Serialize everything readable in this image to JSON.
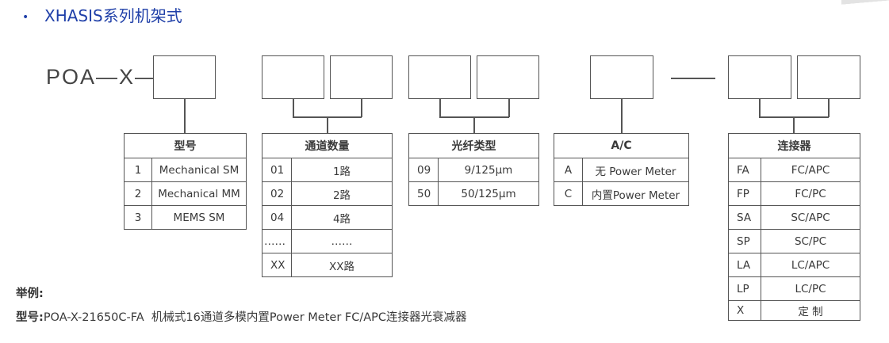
{
  "header": {
    "bullet": "•",
    "title": "XHASIS系列机架式"
  },
  "model_code": {
    "prefix": "POA—X—",
    "separator": "—"
  },
  "tables": {
    "model": {
      "title": "型号",
      "rows": [
        {
          "code": "1",
          "value": "Mechanical SM"
        },
        {
          "code": "2",
          "value": "Mechanical MM"
        },
        {
          "code": "3",
          "value": "MEMS SM"
        }
      ]
    },
    "channels": {
      "title": "通道数量",
      "rows": [
        {
          "code": "01",
          "value": "1路"
        },
        {
          "code": "02",
          "value": "2路"
        },
        {
          "code": "04",
          "value": "4路"
        },
        {
          "code": "……",
          "value": "……"
        },
        {
          "code": "XX",
          "value": "XX路"
        }
      ]
    },
    "fiber": {
      "title": "光纤类型",
      "rows": [
        {
          "code": "09",
          "value": "9/125μm"
        },
        {
          "code": "50",
          "value": "50/125μm"
        }
      ]
    },
    "ac": {
      "title": "A/C",
      "rows": [
        {
          "code": "A",
          "value": "无 Power Meter"
        },
        {
          "code": "C",
          "value": "内置Power Meter"
        }
      ]
    },
    "connector": {
      "title": "连接器",
      "rows": [
        {
          "code": "FA",
          "value": "FC/APC"
        },
        {
          "code": "FP",
          "value": "FC/PC"
        },
        {
          "code": "SA",
          "value": "SC/APC"
        },
        {
          "code": "SP",
          "value": "SC/PC"
        },
        {
          "code": "LA",
          "value": "LC/APC"
        },
        {
          "code": "LP",
          "value": "LC/PC"
        },
        {
          "code": "X",
          "value": "定 制"
        }
      ]
    }
  },
  "example": {
    "label": "举例:",
    "model_label": "型号:",
    "model_value": "POA-X-21650C-FA  机械式16通道多模内置Power Meter FC/APC连接器光衰减器"
  }
}
